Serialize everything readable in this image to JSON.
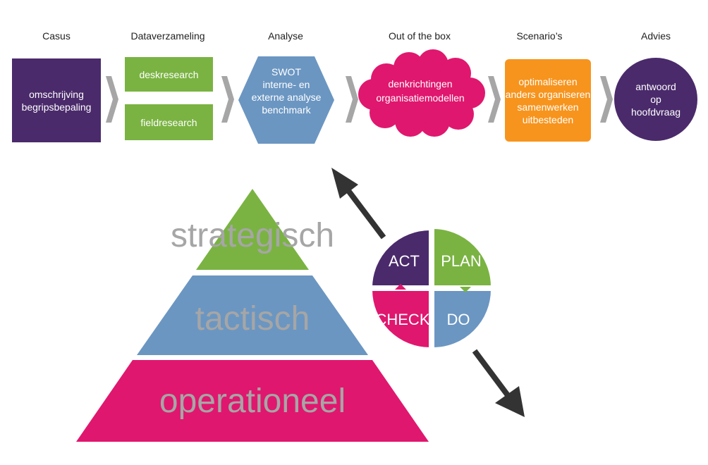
{
  "steps": {
    "casus": {
      "title": "Casus",
      "lines": [
        "omschrijving",
        "begripsbepaling"
      ]
    },
    "dataverzameling": {
      "title": "Dataverzameling",
      "desk": "deskresearch",
      "field": "fieldresearch"
    },
    "analyse": {
      "title": "Analyse",
      "lines": [
        "SWOT",
        "interne- en",
        "externe analyse",
        "benchmark"
      ]
    },
    "outofthebox": {
      "title": "Out of the box",
      "lines": [
        "denkrichtingen",
        "organisatiemodellen"
      ]
    },
    "scenarios": {
      "title": "Scenario’s",
      "lines": [
        "optimaliseren",
        "anders organiseren",
        "samenwerken",
        "uitbesteden"
      ]
    },
    "advies": {
      "title": "Advies",
      "lines": [
        "antwoord",
        "op",
        "hoofdvraag"
      ]
    }
  },
  "pyramid": {
    "top": "strategisch",
    "middle": "tactisch",
    "bottom": "operationeel"
  },
  "pdca": {
    "act": "ACT",
    "plan": "PLAN",
    "check": "CHECK",
    "do": "DO"
  },
  "colors": {
    "purple": "#4a2a6b",
    "green": "#7ab342",
    "blue": "#6b96c2",
    "magenta": "#e0176e",
    "orange": "#f7941d",
    "grey": "#a6a6a6",
    "dark": "#333333"
  }
}
